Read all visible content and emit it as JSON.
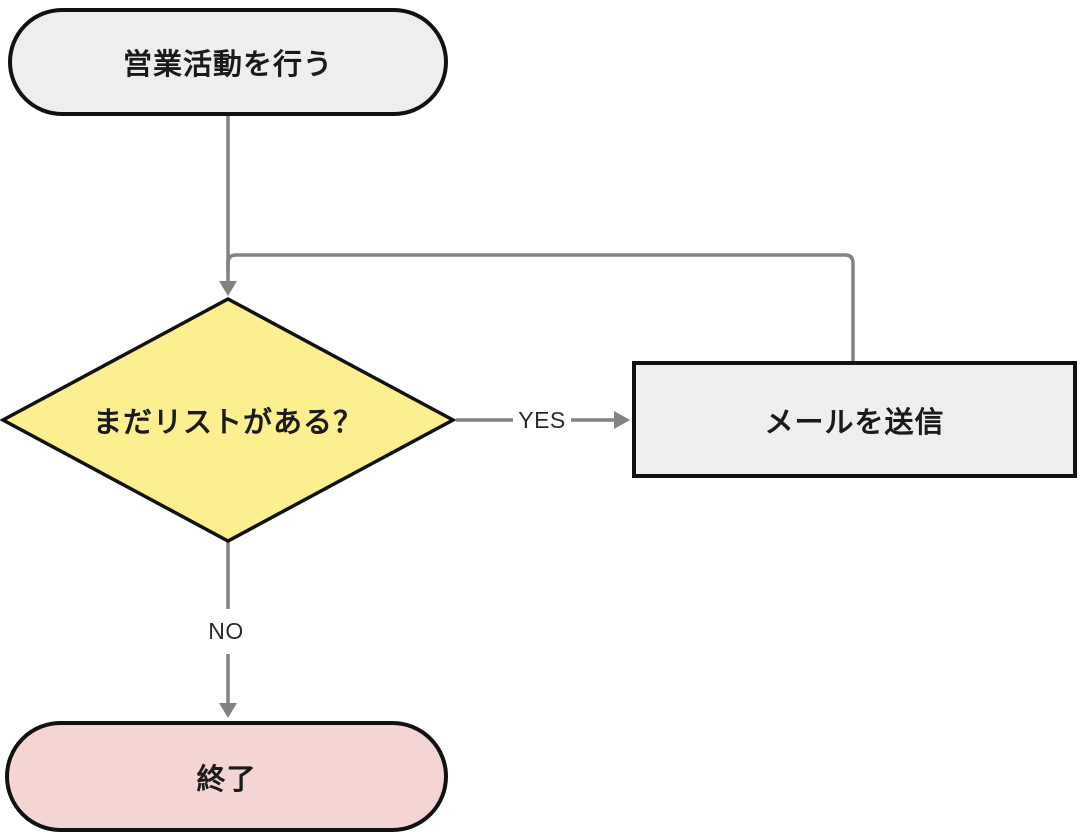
{
  "diagram": {
    "nodes": {
      "start": {
        "label": "営業活動を行う",
        "shape": "stadium",
        "fill": "#eeeeee"
      },
      "decision": {
        "label": "まだリストがある？",
        "shape": "diamond",
        "fill": "#fcef8f"
      },
      "process": {
        "label": "メールを送信",
        "shape": "rectangle",
        "fill": "#eeeeee"
      },
      "end": {
        "label": "終了",
        "shape": "stadium",
        "fill": "#f5d4d4"
      }
    },
    "edge_labels": {
      "yes": "YES",
      "no": "NO"
    },
    "colors": {
      "connector": "#828282",
      "node_border": "#111111",
      "node_text": "#1a1a1a",
      "edge_label_text": "#2b2b2b",
      "edge_label_bg": "#ffffff"
    }
  }
}
